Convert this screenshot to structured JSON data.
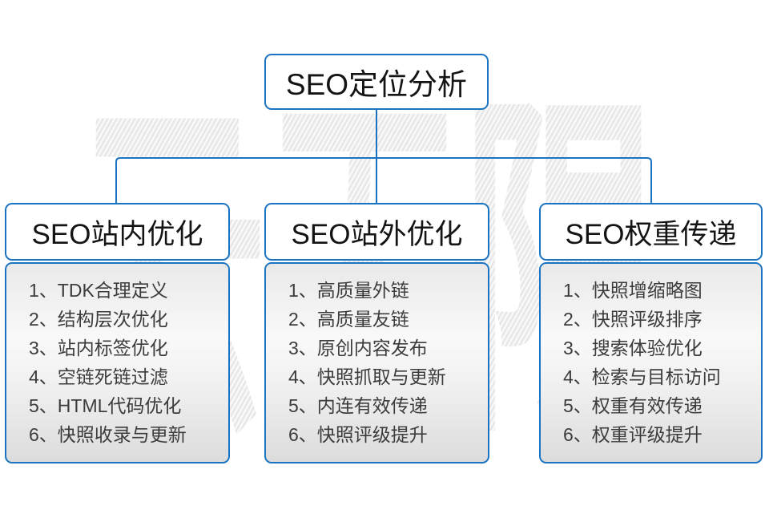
{
  "watermark": {
    "text": "云无限"
  },
  "colors": {
    "accent": "#1b74c2",
    "panel_top": "#e9e9e9",
    "panel_bottom": "#dcdcdc",
    "item_text": "#3c3c3c"
  },
  "root": {
    "title": "SEO定位分析"
  },
  "branches": [
    {
      "title": "SEO站内优化",
      "items": [
        "1、TDK合理定义",
        "2、结构层次优化",
        "3、站内标签优化",
        "4、空链死链过滤",
        "5、HTML代码优化",
        "6、快照收录与更新"
      ]
    },
    {
      "title": "SEO站外优化",
      "items": [
        "1、高质量外链",
        "2、高质量友链",
        "3、原创内容发布",
        "4、快照抓取与更新",
        "5、内连有效传递",
        "6、快照评级提升"
      ]
    },
    {
      "title": "SEO权重传递",
      "items": [
        "1、快照增缩略图",
        "2、快照评级排序",
        "3、搜索体验优化",
        "4、检索与目标访问",
        "5、权重有效传递",
        "6、权重评级提升"
      ]
    }
  ]
}
